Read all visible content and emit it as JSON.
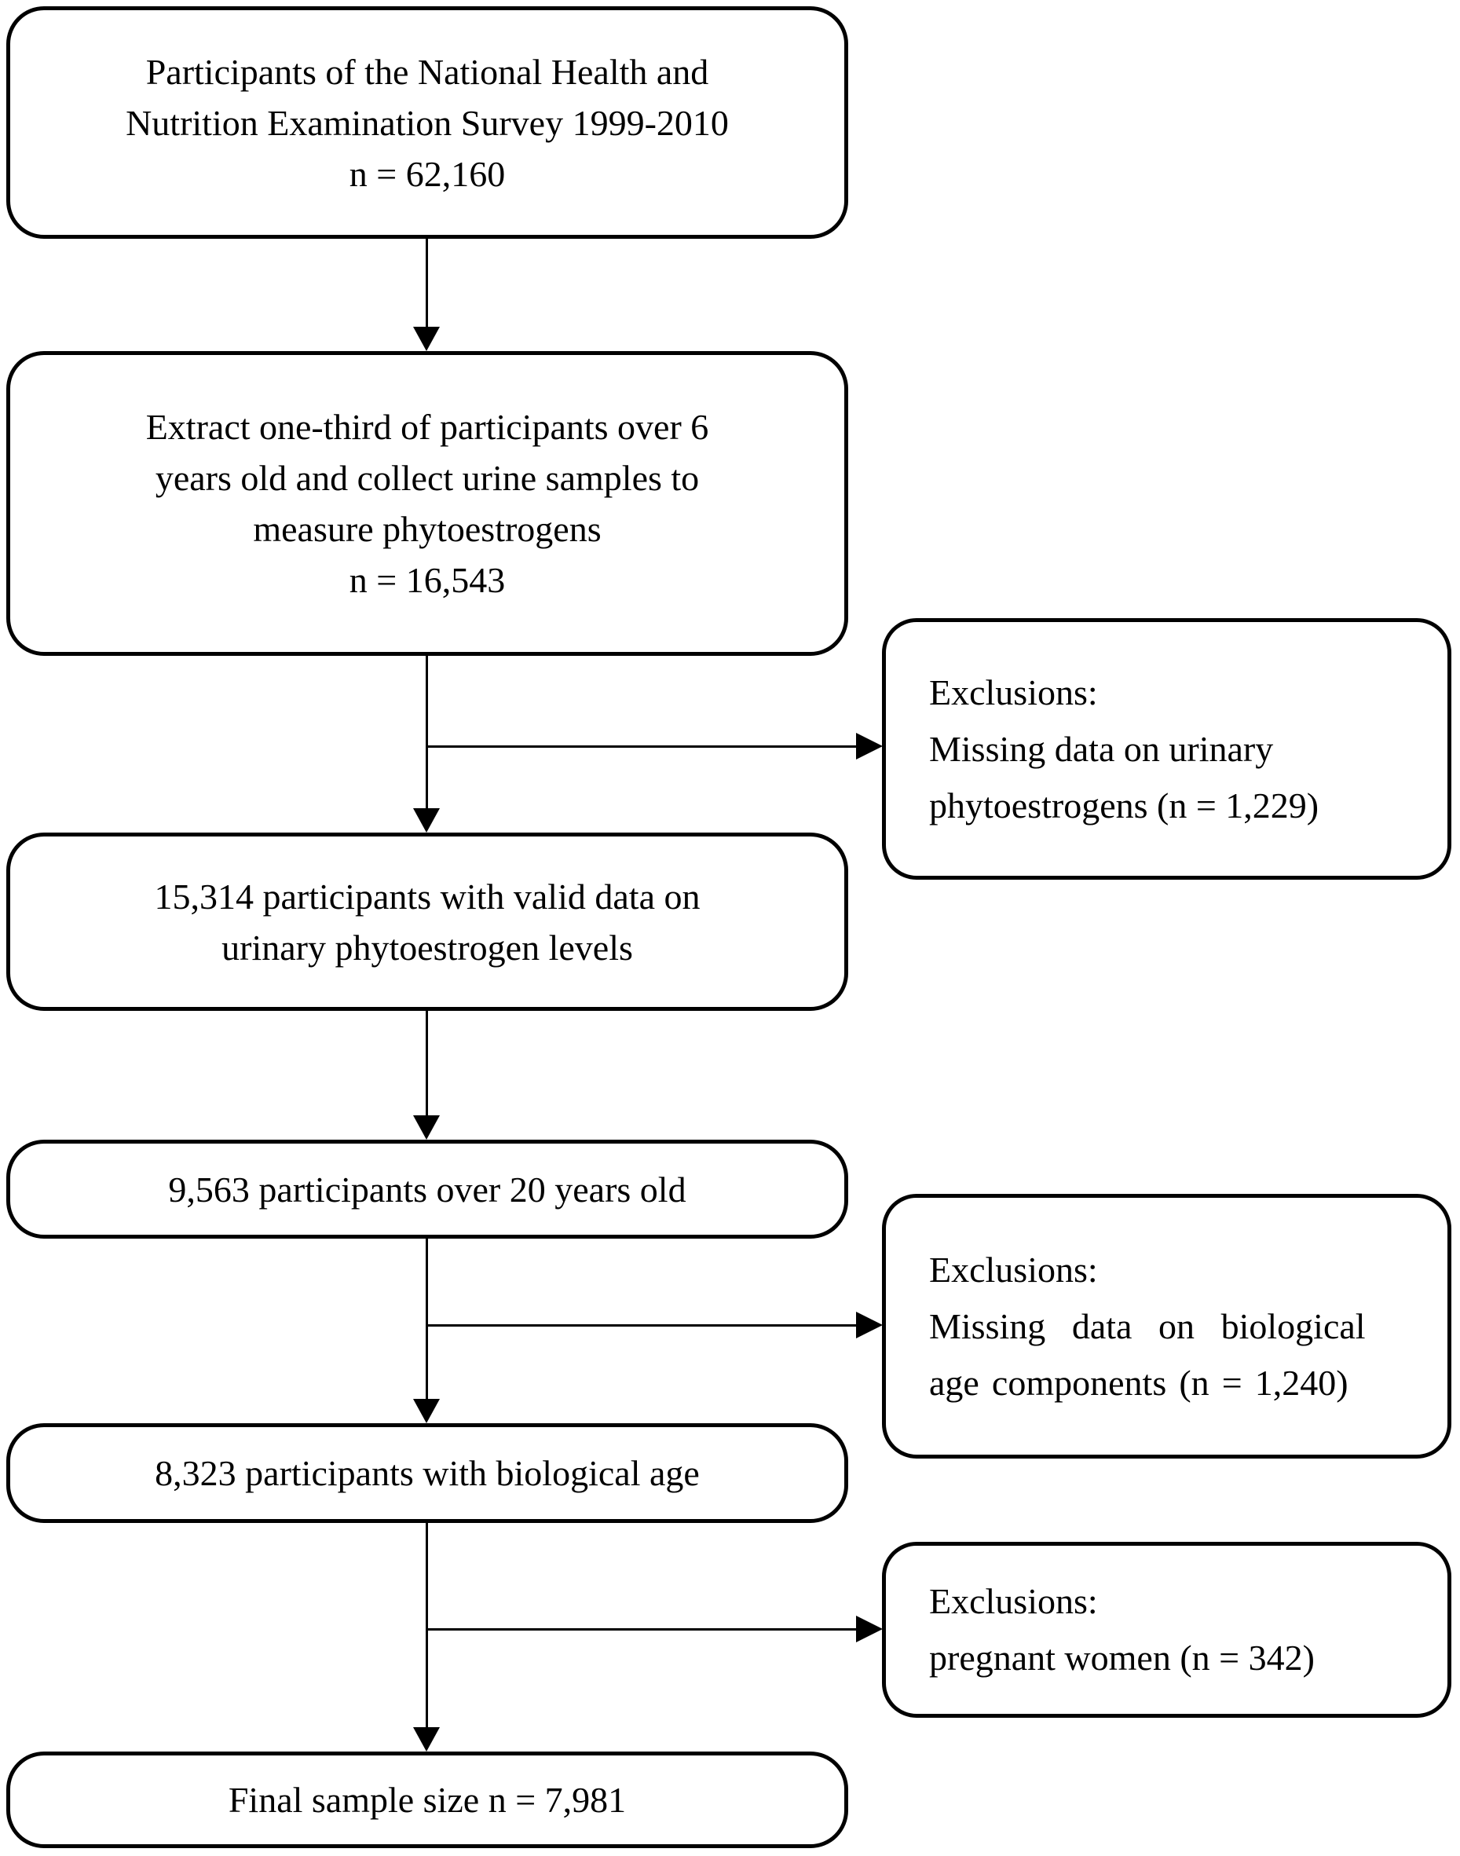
{
  "diagram": {
    "type": "participant-flowchart",
    "colors": {
      "line": "#000000",
      "box_background": "#ffffff",
      "text": "#000000"
    },
    "boxes": [
      {
        "id": "box-nhanes-participants",
        "lines": [
          "Participants of the National Health and",
          "Nutrition Examination Survey 1999-2010",
          "n = 62,160"
        ]
      },
      {
        "id": "box-extract-one-third",
        "lines": [
          "Extract one-third of participants over 6",
          "years old and collect urine samples to",
          "measure phytoestrogens",
          "n = 16,543"
        ]
      },
      {
        "id": "box-valid-phytoestrogen-data",
        "lines": [
          "15,314 participants with valid data on",
          "urinary phytoestrogen levels"
        ]
      },
      {
        "id": "box-over-20-years",
        "lines": [
          "9,563 participants over 20 years old"
        ]
      },
      {
        "id": "box-with-biological-age",
        "lines": [
          "8,323 participants with biological age"
        ]
      },
      {
        "id": "box-final-sample",
        "lines": [
          "Final sample size n = 7,981"
        ]
      }
    ],
    "exclusions": [
      {
        "id": "exclusion-missing-urinary",
        "lines": [
          "Exclusions:",
          "Missing data on urinary",
          "phytoestrogens (n = 1,229)"
        ]
      },
      {
        "id": "exclusion-missing-biological-age",
        "lines": [
          "Exclusions:",
          "Missing data on biological",
          "age components (n = 1,240)"
        ]
      },
      {
        "id": "exclusion-pregnant-women",
        "lines": [
          "Exclusions:",
          "pregnant women (n = 342)"
        ]
      }
    ]
  }
}
